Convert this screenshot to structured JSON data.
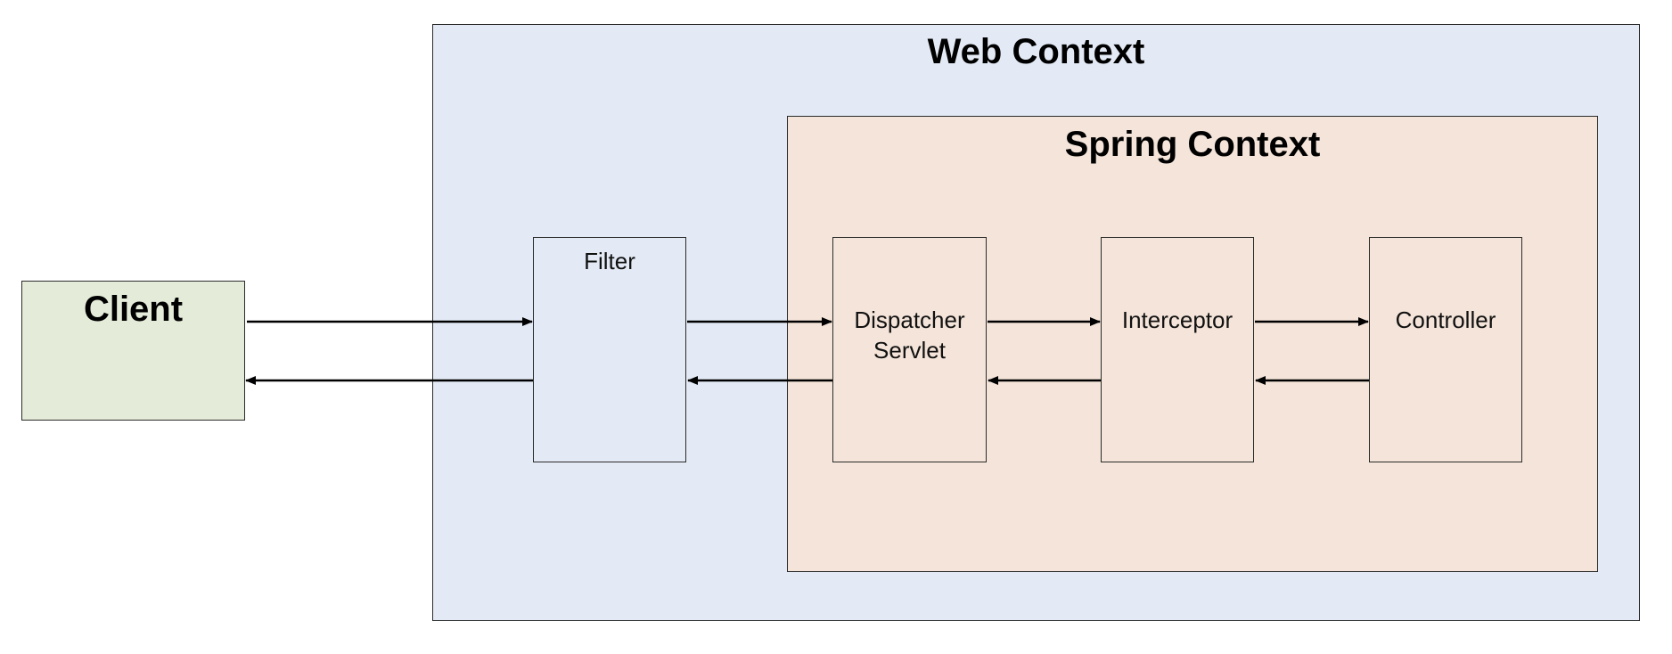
{
  "web_context": {
    "title": "Web Context"
  },
  "spring_context": {
    "title": "Spring Context"
  },
  "client": {
    "title": "Client"
  },
  "components": {
    "filter": "Filter",
    "dispatcher": "Dispatcher\nServlet",
    "interceptor": "Interceptor",
    "controller": "Controller"
  },
  "colors": {
    "web_context_bg": "#e3eaf5",
    "spring_context_bg": "#f4e4d9",
    "client_bg": "#e4ecd9",
    "line": "#000000"
  }
}
